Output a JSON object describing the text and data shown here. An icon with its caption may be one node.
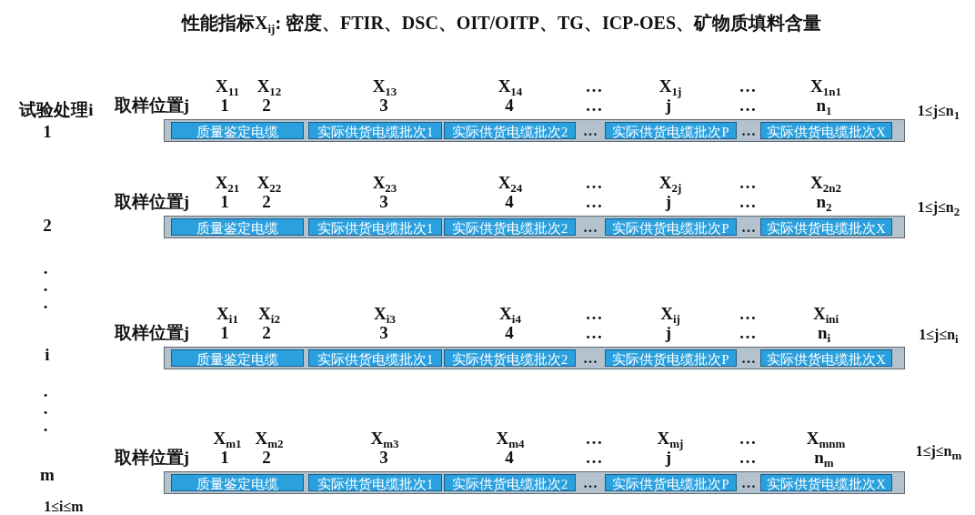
{
  "diagram": {
    "title": "性能指标X$_{ij}$: 密度、FTIR、DSC、OIT/OITP、TG、ICP-OES、矿物质填料含量",
    "nodes": [
      {
        "text": [],
        "shape": "bar"
      },
      {
        "text": [
          "质量鉴定电缆"
        ],
        "in": 0
      },
      {
        "text": [
          "实际供货电缆批次1"
        ],
        "in": 0
      },
      {
        "text": [
          "实际供货电缆批次2"
        ],
        "in": 0
      },
      {
        "text": [
          "实际供货电缆批次P"
        ],
        "in": 0
      },
      {
        "text": [
          "实际供货电缆批次X"
        ],
        "in": 0
      },
      {
        "text": [],
        "shape": "bar"
      },
      {
        "text": [
          "质量鉴定电缆"
        ],
        "in": 6
      },
      {
        "text": [
          "实际供货电缆批次1"
        ],
        "in": 6
      },
      {
        "text": [
          "实际供货电缆批次2"
        ],
        "in": 6
      },
      {
        "text": [
          "实际供货电缆批次P"
        ],
        "in": 6
      },
      {
        "text": [
          "实际供货电缆批次X"
        ],
        "in": 6
      },
      {
        "text": [],
        "shape": "bar"
      },
      {
        "text": [
          "质量鉴定电缆"
        ],
        "in": 12
      },
      {
        "text": [
          "实际供货电缆批次1"
        ],
        "in": 12
      },
      {
        "text": [
          "实际供货电缆批次2"
        ],
        "in": 12
      },
      {
        "text": [
          "实际供货电缆批次P"
        ],
        "in": 12
      },
      {
        "text": [
          "实际供货电缆批次X"
        ],
        "in": 12
      },
      {
        "text": [],
        "shape": "bar"
      },
      {
        "text": [
          "质量鉴定电缆"
        ],
        "in": 18
      },
      {
        "text": [
          "实际供货电缆批次1"
        ],
        "in": 18
      },
      {
        "text": [
          "实际供货电缆批次2"
        ],
        "in": 18
      },
      {
        "text": [
          "实际供货电缆批次P"
        ],
        "in": 18
      },
      {
        "text": [
          "实际供货电缆批次X"
        ],
        "in": 18
      }
    ],
    "labels": [
      "X$_{11}$",
      "X$_{12}$",
      "X$_{13}$",
      "X$_{14}$",
      "…",
      "X$_{1j}$",
      "…",
      "X$_{1n1}$",
      "试验处理i",
      "取样位置j",
      "1",
      "2",
      "3",
      "4",
      "…",
      "j",
      "…",
      "n$_{1}$",
      "1≤j≤n$_{1}$",
      "1",
      "…",
      "…",
      "X$_{21}$",
      "X$_{22}$",
      "X$_{23}$",
      "X$_{24}$",
      "…",
      "X$_{2j}$",
      "…",
      "X$_{2n2}$",
      "取样位置j",
      "1",
      "2",
      "3",
      "4",
      "…",
      "j",
      "…",
      "n$_{2}$",
      "1≤j≤n$_{2}$",
      "2",
      "…",
      "…",
      ".",
      ".",
      ".",
      "X$_{i1}$",
      "X$_{i2}$",
      "X$_{i3}$",
      "X$_{i4}$",
      "…",
      "X$_{ij}$",
      "…",
      "X$_{ini}$",
      "取样位置j",
      "1",
      "2",
      "3",
      "4",
      "…",
      "j",
      "…",
      "n$_{i}$",
      "1≤j≤n$_{i}$",
      "i",
      "…",
      "…",
      ".",
      ".",
      ".",
      "X$_{m1}$",
      "X$_{m2}$",
      "X$_{m3}$",
      "X$_{m4}$",
      "…",
      "X$_{mj}$",
      "…",
      "X$_{mnm}$",
      "取样位置j",
      "1",
      "2",
      "3",
      "4",
      "…",
      "j",
      "…",
      "n$_{m}$",
      "1≤j≤n$_{m}$",
      "m",
      "…",
      "…",
      "1≤i≤m"
    ]
  }
}
